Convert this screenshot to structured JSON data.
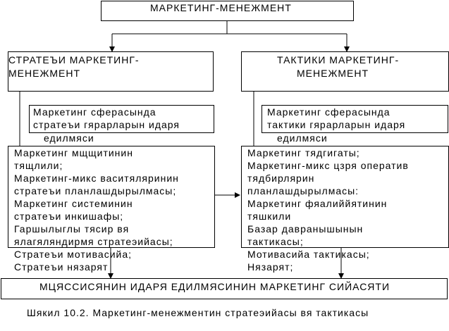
{
  "top_title": "МАРКЕТИНГ-МЕНЕЖМЕНТ",
  "strategic": {
    "title_line1": "СТРАТЕЪИ МАРКЕТИНГ-",
    "title_line2": "МЕНЕЖМЕНТ",
    "sub_line1": "Маркетинг сферасында",
    "sub_line2": "стратеъи гярарларын идаря",
    "sub_line3": "едилмяси",
    "list_lines": [
      "Маркетинг мщщитинин",
      "тящлили;",
      "Маркетинг-микс  васитяляринин",
      "стратеъи планлашдырылмасы;",
      "Маркетинг              системинин",
      "стратеъи инкишафы;",
      "Гаршылыглы        тясир        вя",
      "ялагяляндирмя стратеэийасы;",
      "Стратеъи мотивасийа;",
      "Стратеъи нязарят"
    ]
  },
  "tactical": {
    "title_line1": "ТАКТИКИ МАРКЕТИНГ-",
    "title_line2": "МЕНЕЖМЕНТ",
    "sub_line1": "Маркетинг сферасында",
    "sub_line2": "тактики гярарларын идаря",
    "sub_line3": "едилмяси",
    "list_lines": [
      "Маркетинг тядгигаты;",
      "Маркетинг-микс цзря  оператив",
      "тядбирлярин",
      "планлашдырылмасы:",
      "Маркетинг фяалиййятинин",
      "тяшкили",
      "Базар давранышынын",
      "тактикасы;",
      "Мотивасийа тактикасы;",
      "Нязарят;"
    ]
  },
  "bottom_title": "МЦЯССИСЯНИН ИДАРЯ ЕДИЛМЯСИНИН МАРКЕТИНГ СИЙАСЯТИ",
  "caption": "Шякил 10.2. Маркетинг-менежментин стратеэийасы вя тактикасы"
}
